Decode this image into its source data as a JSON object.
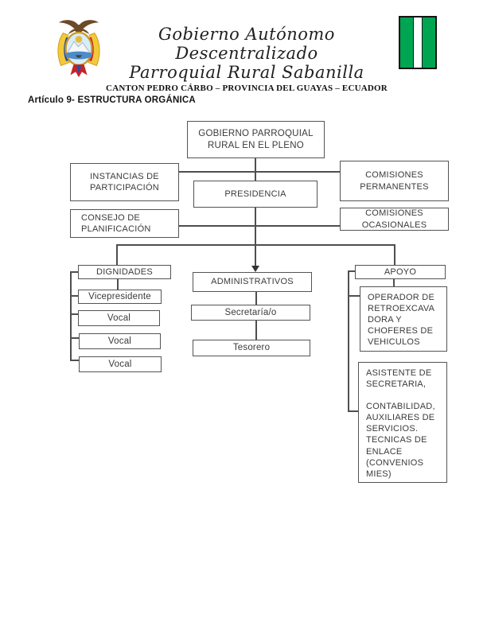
{
  "header": {
    "title_line1": "Gobierno Autónomo Descentralizado",
    "title_line2": "Parroquial Rural Sabanilla",
    "subtitle": "CANTON PEDRO CÁRBO – PROVINCIA DEL GUAYAS – ECUADOR"
  },
  "article_heading": "Artículo 9- ESTRUCTURA ORGÁNICA",
  "org_chart": {
    "pleno": "GOBIERNO PARROQUIAL\nRURAL EN EL PLENO",
    "instancias": "INSTANCIAS DE\nPARTICIPACIÓN",
    "presidencia": "PRESIDENCIA",
    "comisiones_permanentes": "COMISIONES\nPERMANENTES",
    "consejo": "CONSEJO DE\nPLANIFICACIÓN",
    "comisiones_ocasionales": "COMISIONES\nOCASIONALES",
    "dignidades": "DIGNIDADES",
    "administrativos": "ADMINISTRATIVOS",
    "apoyo": "APOYO",
    "vicepresidente": "Vicepresidente",
    "vocal_1": "Vocal",
    "vocal_2": "Vocal",
    "vocal_3": "Vocal",
    "secretaria": "Secretaría/o",
    "tesorero": "Tesorero",
    "operador": "OPERADOR DE\nRETROEXCAVA\nDORA Y\nCHOFERES DE\nVEHICULOS",
    "asistente": "ASISTENTE DE\nSECRETARIA,\n\nCONTABILIDAD,\nAUXILIARES DE\nSERVICIOS.\nTECNICAS DE\nENLACE\n(CONVENIOS\nMIES)"
  },
  "colors": {
    "flag_green": "#00a551",
    "flag_white": "#ffffff",
    "flag_border": "#141414",
    "connector_line": "#4f4f4f",
    "box_border": "#545454",
    "text": "#3a3a3a"
  }
}
